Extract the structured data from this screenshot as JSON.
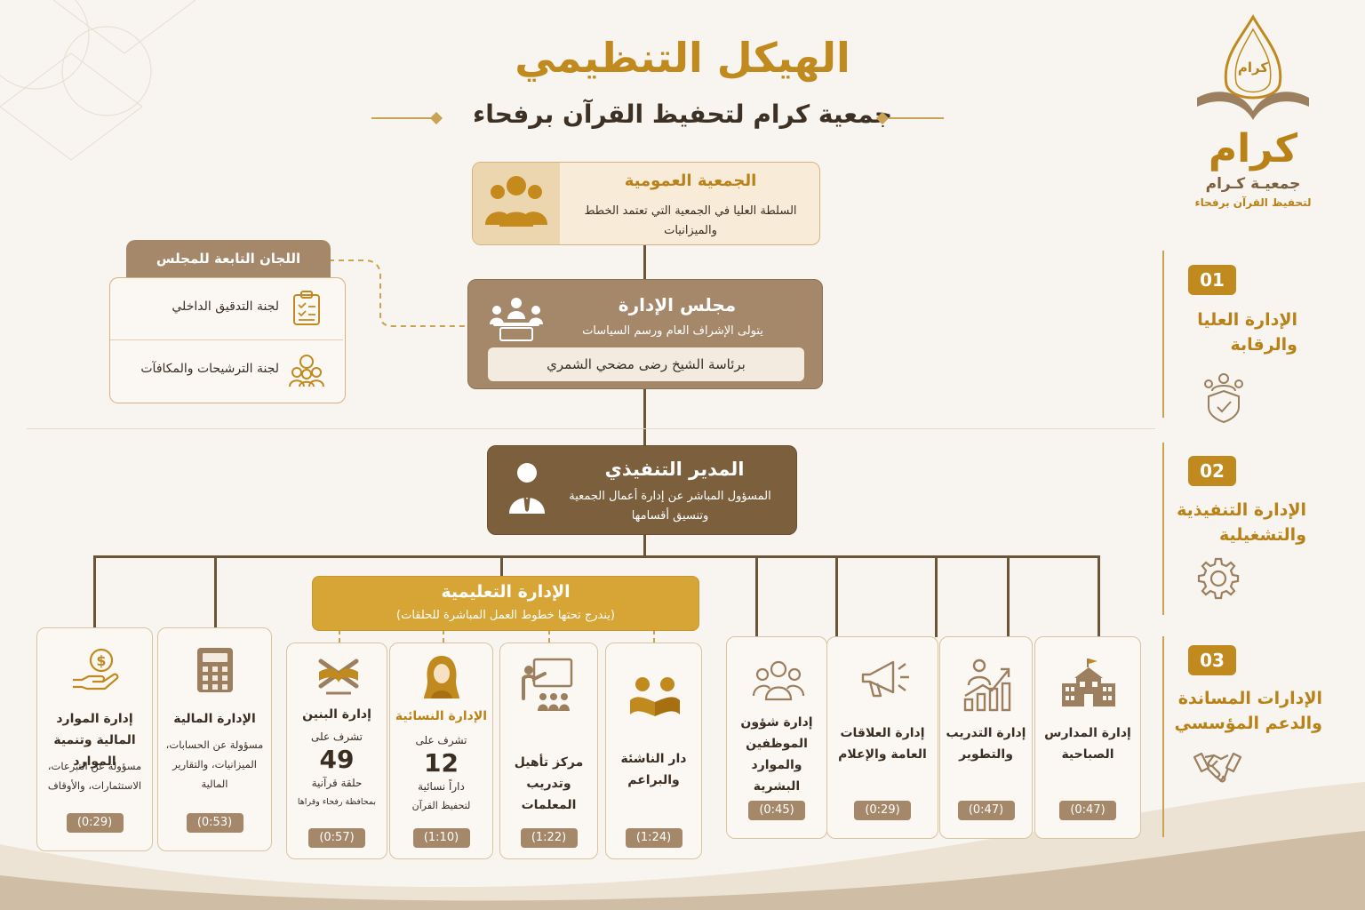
{
  "header": {
    "title": "الهيكل التنظيمي",
    "subtitle": "جمعية كرام لتحفيظ القرآن برفحاء"
  },
  "logo": {
    "emblem": "كرام",
    "name": "كرام",
    "line1": "جمعيـة كـرام",
    "line2": "لتحفيظ القرآن برفحاء"
  },
  "general_assembly": {
    "title": "الجمعية العمومية",
    "desc": "السلطة العليا في الجمعية التي تعتمد الخطط والميزانيات",
    "icon": "people-group-icon"
  },
  "committees": {
    "title": "اللجان التابعة للمجلس",
    "items": [
      {
        "label": "لجنة التدقيق الداخلي",
        "icon": "clipboard-checklist-icon"
      },
      {
        "label": "لجنة الترشيحات والمكافآت",
        "icon": "people-award-icon"
      }
    ]
  },
  "board": {
    "title": "مجلس الإدارة",
    "desc": "يتولى الإشراف العام ورسم السياسات",
    "chair": "برئاسة الشيخ رضى مضحي الشمري",
    "icon": "board-meeting-icon"
  },
  "executive": {
    "title": "المدير التنفيذي",
    "desc": "المسؤول المباشر عن إدارة أعمال الجمعية وتنسيق أقسامها",
    "icon": "manager-icon"
  },
  "education": {
    "title": "الإدارة التعليمية",
    "subtitle": "(يندرج تحتها خطوط العمل المباشرة للحلقات)"
  },
  "departments": [
    {
      "key": "resources",
      "name": "إدارة الموارد المالية وتنمية الموارد",
      "desc": "مسؤولة عن التبرعات، الاستثمارات، والأوقاف",
      "time": "(0:29)",
      "icon": "hand-coin-icon"
    },
    {
      "key": "finance",
      "name": "الإدارة المالية",
      "desc": "مسؤولة عن الحسابات، الميزانيات، والتقارير المالية",
      "time": "(0:53)",
      "icon": "calculator-icon"
    },
    {
      "key": "boys",
      "name": "إدارة البنين",
      "pre": "تشرف على",
      "num": "49",
      "post": "حلقة قرآنية",
      "post2": "بمحافظة رفحاء وقراها",
      "time": "(0:57)",
      "icon": "quran-stand-icon"
    },
    {
      "key": "women",
      "name": "الإدارة النسائية",
      "pre": "تشرف على",
      "num": "12",
      "post": "داراً نسائية",
      "post2": "لتحفيظ القرآن",
      "time": "(1:10)",
      "icon": "woman-hijab-icon"
    },
    {
      "key": "teachers",
      "name": "مركز تأهيل وتدريب المعلمات",
      "time": "(1:22)",
      "icon": "teacher-board-icon"
    },
    {
      "key": "youth",
      "name": "دار الناشئة والبراعم",
      "time": "(1:24)",
      "icon": "children-reading-icon"
    },
    {
      "key": "hr",
      "name": "إدارة شؤون الموظفين والموارد البشرية",
      "time": "(0:45)",
      "icon": "team-icon"
    },
    {
      "key": "pr",
      "name": "إدارة العلاقات العامة والإعلام",
      "time": "(0:29)",
      "icon": "megaphone-icon"
    },
    {
      "key": "training",
      "name": "إدارة التدريب والتطوير",
      "time": "(0:47)",
      "icon": "growth-chart-icon"
    },
    {
      "key": "schools",
      "name": "إدارة المدارس الصباحية",
      "time": "(0:47)",
      "icon": "school-building-icon"
    }
  ],
  "side_levels": [
    {
      "num": "01",
      "label": "الإدارة العليا والرقابة",
      "icon": "shield-person-icon"
    },
    {
      "num": "02",
      "label": "الإدارة التنفيذية والتشغيلية",
      "icon": "gear-icon"
    },
    {
      "num": "03",
      "label": "الإدارات المساندة والدعم المؤسسي",
      "icon": "handshake-icon"
    }
  ],
  "colors": {
    "gold": "#c08a1e",
    "brown": "#7c5f3c",
    "taupe": "#a5876a",
    "mustard": "#d6a535",
    "background": "#f8f5f0"
  }
}
